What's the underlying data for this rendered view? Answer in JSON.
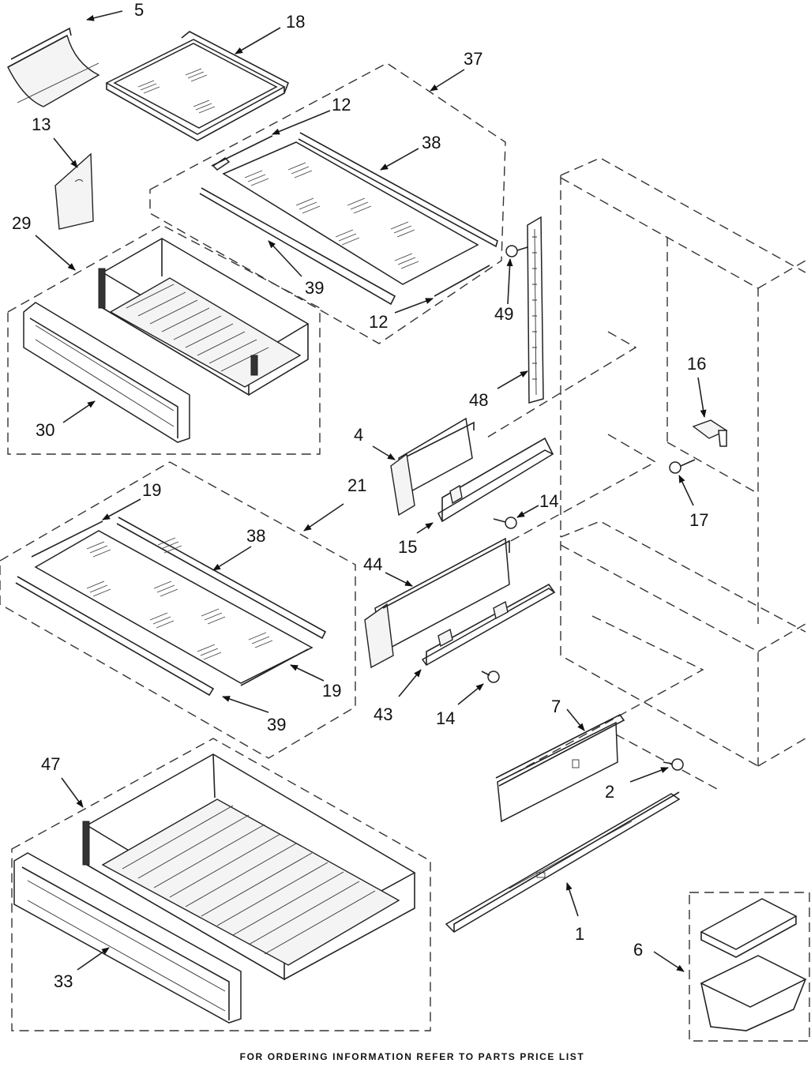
{
  "footer": "FOR ORDERING INFORMATION REFER TO PARTS PRICE LIST",
  "callouts": {
    "c5": "5",
    "c18": "18",
    "c37": "37",
    "c12a": "12",
    "c13": "13",
    "c38a": "38",
    "c29": "29",
    "c39a": "39",
    "c12b": "12",
    "c49": "49",
    "c30": "30",
    "c48": "48",
    "c16": "16",
    "c4": "4",
    "c19a": "19",
    "c21": "21",
    "c14a": "14",
    "c15": "15",
    "c17": "17",
    "c38b": "38",
    "c44": "44",
    "c19b": "19",
    "c39b": "39",
    "c43": "43",
    "c14b": "14",
    "c7": "7",
    "c47": "47",
    "c2": "2",
    "c1": "1",
    "c6": "6",
    "c33": "33"
  }
}
